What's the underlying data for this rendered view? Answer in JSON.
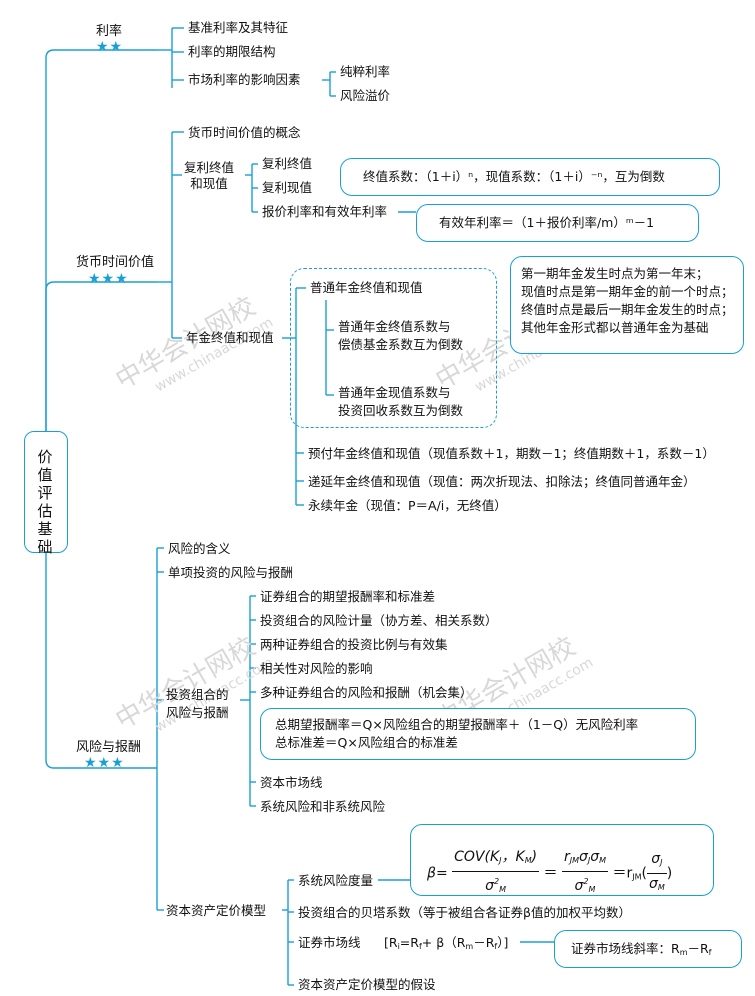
{
  "root": "价值评估基础",
  "stars": "★★",
  "stars3": "★★★",
  "watermark": {
    "cn": "中华会计网校",
    "url": "www.chinaacc.com"
  },
  "interest": {
    "title": "利率",
    "items": [
      "基准利率及其特征",
      "利率的期限结构",
      "市场利率的影响因素"
    ],
    "factors": [
      "纯粹利率",
      "风险溢价"
    ]
  },
  "tvm": {
    "title": "货币时间价值",
    "concept": "货币时间价值的概念",
    "compound": "复利终值\n和现值",
    "compound_items": [
      "复利终值",
      "复利现值",
      "报价利率和有效年利率"
    ],
    "factor_note": "终值系数：（1＋i）ⁿ，现值系数：（1＋i）⁻ⁿ，互为倒数",
    "effective_note": "有效年利率＝（1＋报价利率/m）ᵐ－1",
    "annuity": "年金终值和现值",
    "ordinary": "普通年金终值和现值",
    "ordinary_items": [
      "普通年金终值系数与\n偿债基金系数互为倒数",
      "普通年金现值系数与\n投资回收系数互为倒数"
    ],
    "ordinary_note": [
      "第一期年金发生时点为第一年末；",
      "现值时点是第一期年金的前一个时点；",
      "终值时点是最后一期年金发生的时点；",
      "其他年金形式都以普通年金为基础"
    ],
    "prepaid": "预付年金终值和现值（现值系数＋1，期数－1；终值期数＋1，系数－1）",
    "deferred": "递延年金终值和现值（现值：两次折现法、扣除法；终值同普通年金）",
    "perpetuity": "永续年金（现值：P＝A/i，无终值）"
  },
  "risk": {
    "title": "风险与报酬",
    "items": [
      "风险的含义",
      "单项投资的风险与报酬"
    ],
    "portfolio": "投资组合的\n风险与报酬",
    "portfolio_items": [
      "证券组合的期望报酬率和标准差",
      "投资组合的风险计量（协方差、相关系数）",
      "两种证券组合的投资比例与有效集",
      "相关性对风险的影响",
      "多种证券组合的风险和报酬（机会集）"
    ],
    "portfolio_note": [
      "总期望报酬率＝Q×风险组合的期望报酬率＋（1－Q）无风险利率",
      "总标准差＝Q×风险组合的标准差"
    ],
    "portfolio_tail": [
      "资本市场线",
      "系统风险和非系统风险"
    ],
    "capm": "资本资产定价模型",
    "capm_items": [
      "系统风险度量",
      "投资组合的贝塔系数（等于被组合各证券β值的加权平均数）",
      "证券市场线",
      "资本资产定价模型的假设"
    ],
    "beta_formula": {
      "beta": "β",
      "eq": "=",
      "num1": "COV(K",
      "sub_j": "J",
      "comma": "，K",
      "sub_m": "M",
      "close": ")",
      "den": "σ",
      "r": "r",
      "jm": "JM",
      "sigma": "σ",
      "m2": "2",
      "paren": "("
    },
    "sml_formula": "[R",
    "sml_note": "证券市场线斜率：R",
    "sml_note_tail": "－R"
  }
}
